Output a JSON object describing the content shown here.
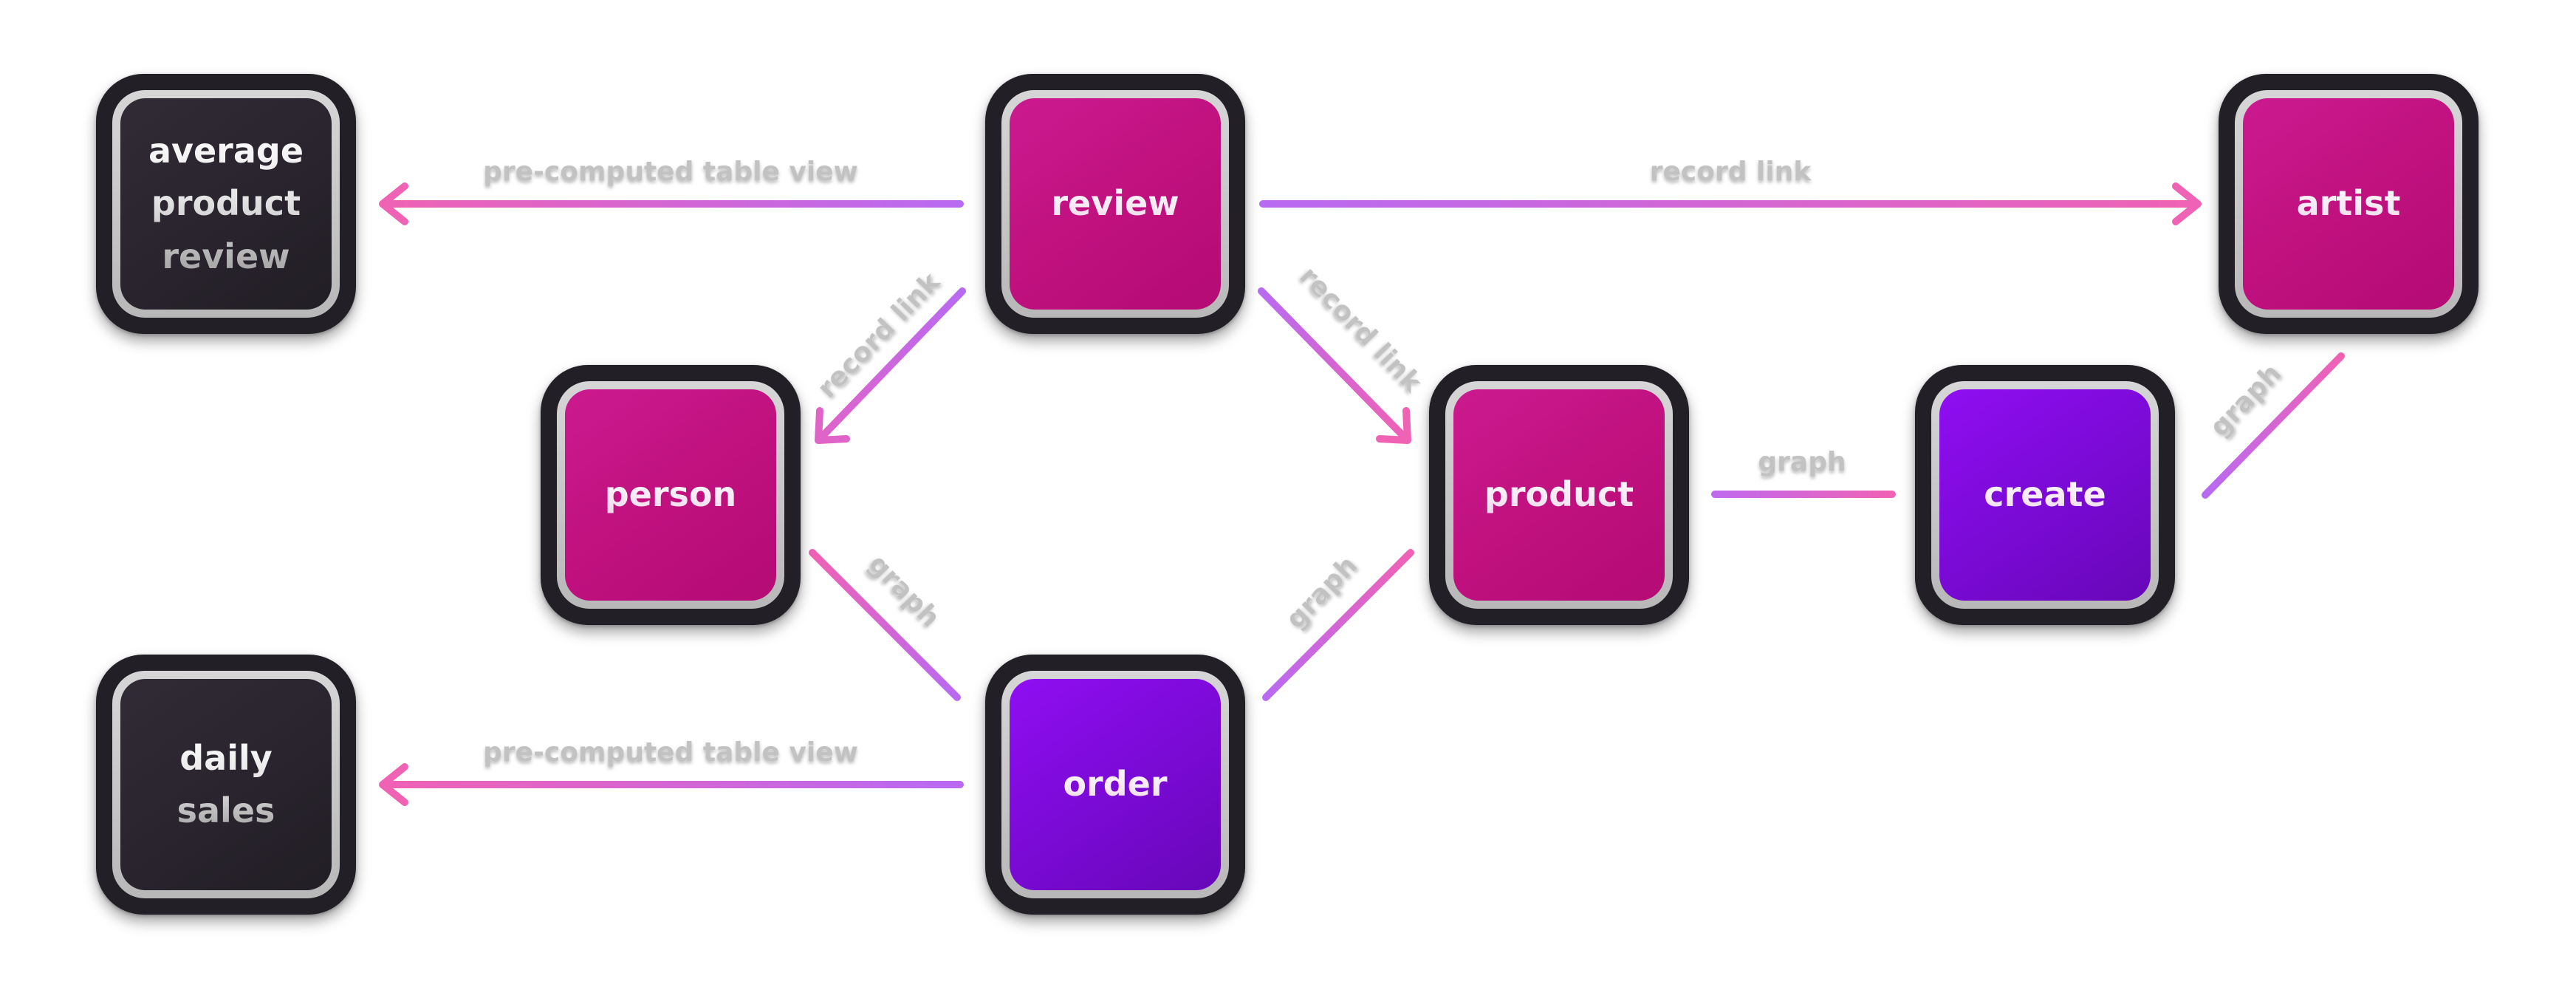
{
  "nodes": [
    {
      "id": "average-product-review",
      "label": "average\nproduct\nreview",
      "style": "dark"
    },
    {
      "id": "review",
      "label": "review",
      "style": "magenta"
    },
    {
      "id": "artist",
      "label": "artist",
      "style": "magenta"
    },
    {
      "id": "person",
      "label": "person",
      "style": "magenta"
    },
    {
      "id": "product",
      "label": "product",
      "style": "magenta"
    },
    {
      "id": "create",
      "label": "create",
      "style": "violet"
    },
    {
      "id": "daily-sales",
      "label": "daily\nsales",
      "style": "dark"
    },
    {
      "id": "order",
      "label": "order",
      "style": "violet"
    }
  ],
  "edges": [
    {
      "id": "review-to-average-product-review",
      "label": "pre-computed table view",
      "type": "arrow"
    },
    {
      "id": "review-to-artist",
      "label": "record link",
      "type": "arrow"
    },
    {
      "id": "review-to-person",
      "label": "record link",
      "type": "arrow"
    },
    {
      "id": "review-to-product",
      "label": "record link",
      "type": "arrow"
    },
    {
      "id": "product-to-create",
      "label": "graph",
      "type": "line"
    },
    {
      "id": "create-to-artist",
      "label": "graph",
      "type": "line"
    },
    {
      "id": "person-to-order",
      "label": "graph",
      "type": "line"
    },
    {
      "id": "order-to-product",
      "label": "graph",
      "type": "line"
    },
    {
      "id": "order-to-daily-sales",
      "label": "pre-computed table view",
      "type": "arrow"
    }
  ],
  "colors": {
    "magenta": "#c0117f",
    "violet": "#7b0ad6",
    "dark": "#28232c",
    "edge_pink": "#f062b4",
    "edge_purple": "#b86af2",
    "edge_label": "#c2c2c2"
  }
}
